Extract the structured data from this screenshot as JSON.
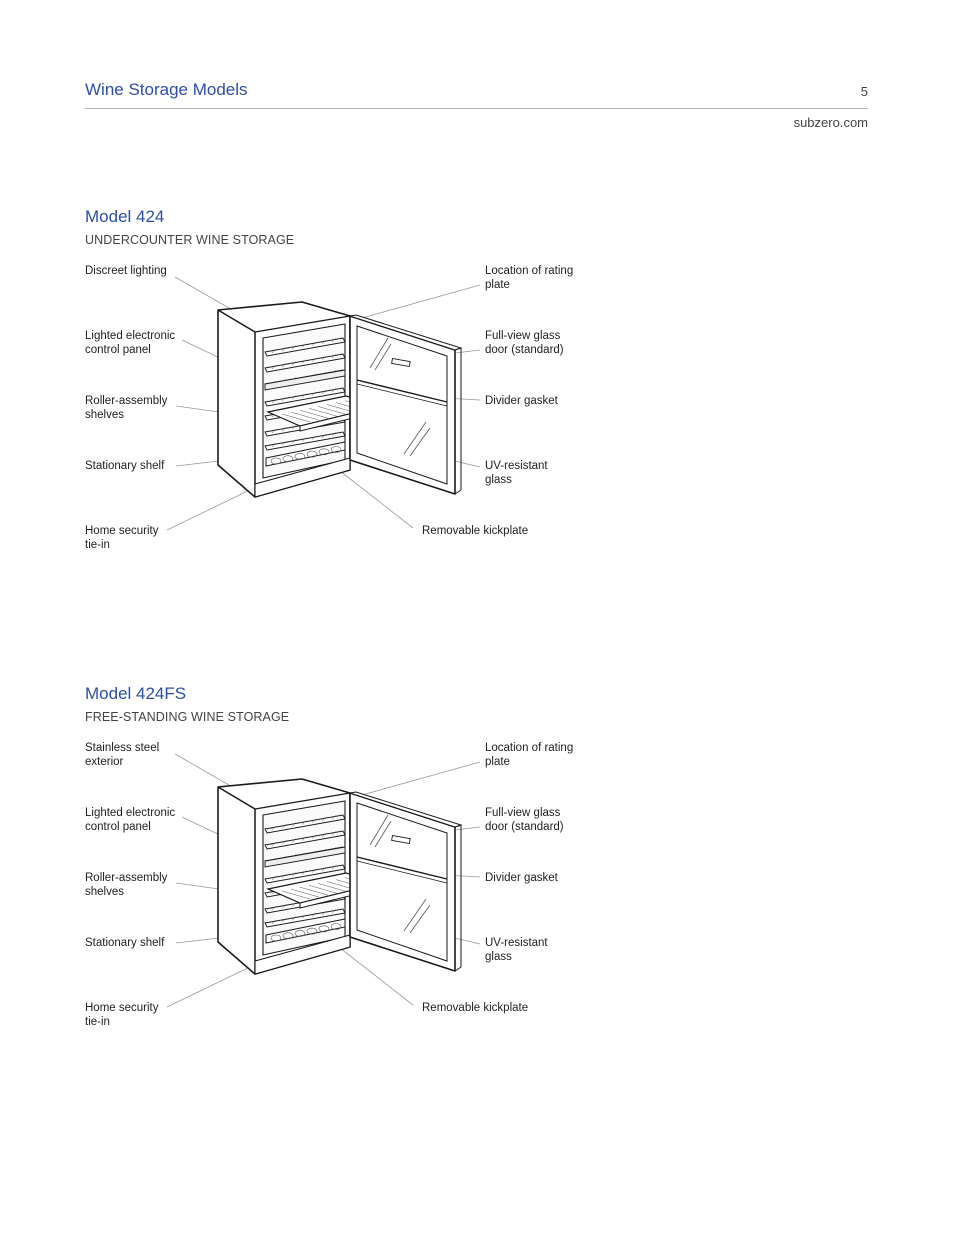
{
  "header": {
    "title": "Wine Storage Models",
    "page_number": "5",
    "site": "subzero.com"
  },
  "sections": [
    {
      "title": "Model 424",
      "subtitle": "UNDERCOUNTER WINE STORAGE",
      "labels": {
        "top_left": "Discreet lighting",
        "control_panel": "Lighted electronic\ncontrol panel",
        "roller_shelves": "Roller-assembly\nshelves",
        "stationary_shelf": "Stationary shelf",
        "home_security": "Home security\ntie-in",
        "rating_plate": "Location of rating\nplate",
        "glass_door": "Full-view glass\ndoor (standard)",
        "divider_gasket": "Divider gasket",
        "uv_glass": "UV-resistant\nglass",
        "kickplate": "Removable kickplate"
      }
    },
    {
      "title": "Model 424FS",
      "subtitle": "FREE-STANDING WINE STORAGE",
      "labels": {
        "top_left": "Stainless steel\nexterior",
        "control_panel": "Lighted electronic\ncontrol panel",
        "roller_shelves": "Roller-assembly\nshelves",
        "stationary_shelf": "Stationary shelf",
        "home_security": "Home security\ntie-in",
        "rating_plate": "Location of rating\nplate",
        "glass_door": "Full-view glass\ndoor (standard)",
        "divider_gasket": "Divider gasket",
        "uv_glass": "UV-resistant\nglass",
        "kickplate": "Removable kickplate"
      }
    }
  ]
}
